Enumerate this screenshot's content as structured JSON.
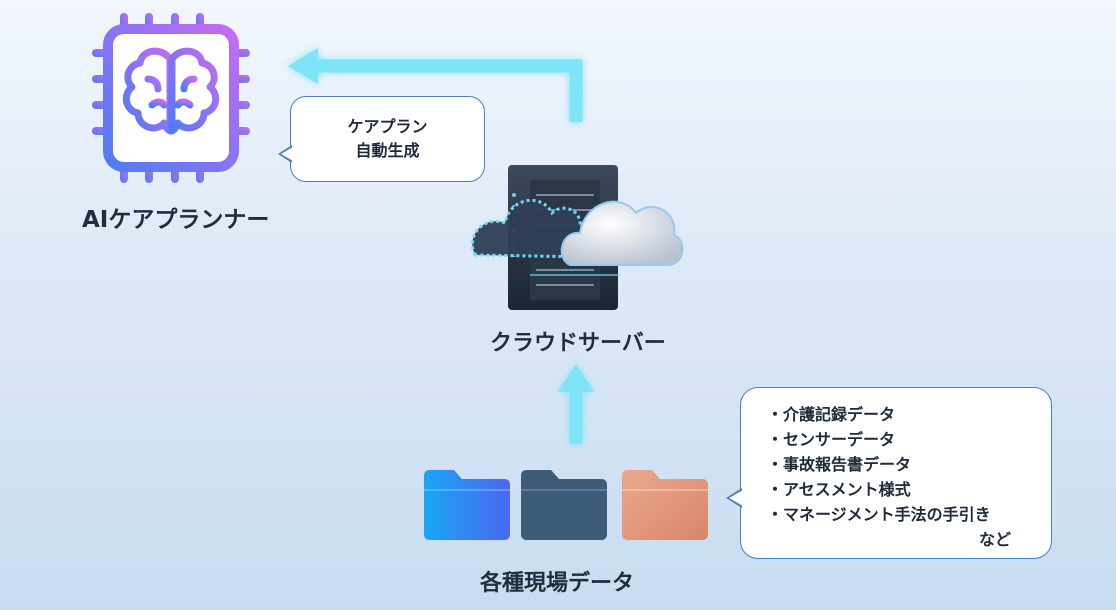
{
  "ai": {
    "label": "AIケアプランナー"
  },
  "cloud": {
    "label": "クラウドサーバー"
  },
  "data_sources": {
    "label": "各種現場データ"
  },
  "callout_plan": {
    "lines": [
      "ケアプラン",
      "自動生成"
    ]
  },
  "callout_data": {
    "items": [
      "・介護記録データ",
      "・センサーデータ",
      "・事故報告書データ",
      "・アセスメント様式",
      "・マネージメント手法の手引き"
    ],
    "suffix": "など"
  },
  "colors": {
    "arrow": "#7fe4f8",
    "chip_gradient": [
      "#4f7cf3",
      "#c46cf2"
    ],
    "folder_blue": "#2a8cf0",
    "folder_slate": "#3d5c78",
    "folder_salmon": "#e49a7c"
  },
  "icons": [
    "cpu-brain-icon",
    "cloud-server-icon",
    "folder-icon"
  ]
}
